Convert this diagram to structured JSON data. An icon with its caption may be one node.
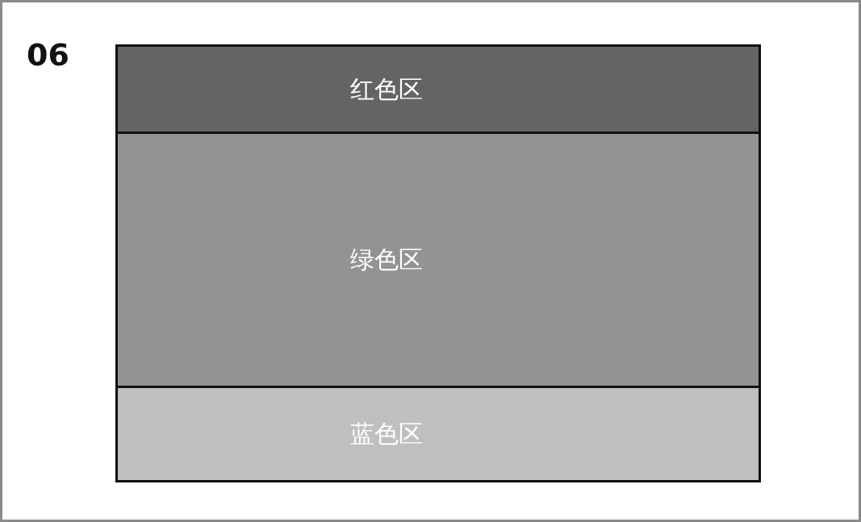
{
  "diagram": {
    "nodes": [
      {
        "text": [
          "红色区"
        ]
      },
      {
        "text": [
          "绿色区"
        ]
      },
      {
        "text": [
          "蓝色区"
        ]
      }
    ],
    "edges": [],
    "labels": [
      "06"
    ]
  }
}
